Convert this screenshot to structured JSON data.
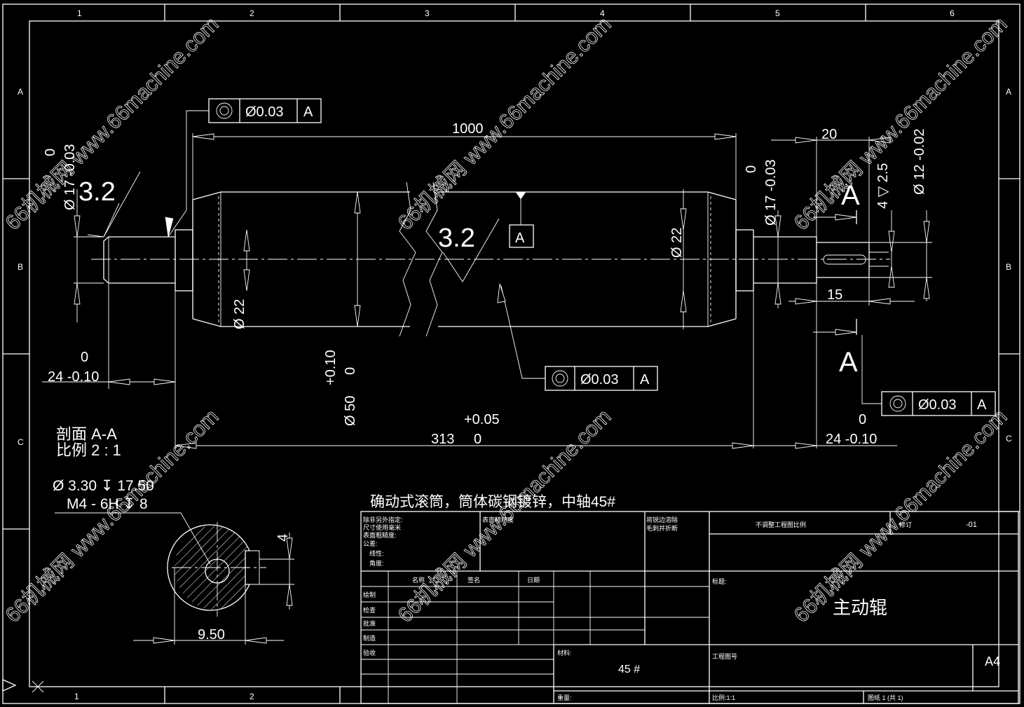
{
  "border": {
    "top_cols": [
      "1",
      "2",
      "3",
      "4",
      "5",
      "6"
    ],
    "bottom_cols": [
      "1",
      "2"
    ],
    "left_rows": [
      "A",
      "B",
      "C"
    ],
    "right_rows": [
      "A",
      "B",
      "C"
    ]
  },
  "dims": {
    "len_total": "1000",
    "left_diam_tol_up": "0",
    "left_diam_tol_low": "Ø 17 -0.03",
    "roughness_1": "3.2",
    "roughness_2": "3.2",
    "datum_a": "A",
    "diam_22_left": "Ø 22",
    "diam_22_right": "Ø 22",
    "diam_50_tol_up": "+0.10",
    "diam_50_tol_low": "0",
    "diam_50": "Ø 50",
    "left_len_tol_up": "0",
    "left_len": "24 -0.10",
    "mid_len_tol_up": "+0.05",
    "mid_len": "313",
    "mid_len_tol_low": "0",
    "right_len_tol_up": "0",
    "right_len": "24 -0.10",
    "right_diam_tol_up": "0",
    "right_diam": "Ø 17 -0.03",
    "key_len": "20",
    "key_depth": "4 ▽ 2.5",
    "end_diam": "Ø 12 -0.02",
    "key_offset": "15",
    "section_a_top": "A",
    "section_a_bottom": "A"
  },
  "gdt": [
    {
      "symbol": "◎",
      "tol": "Ø0.03",
      "datum": "A"
    },
    {
      "symbol": "◎",
      "tol": "Ø0.03",
      "datum": "A"
    },
    {
      "symbol": "◎",
      "tol": "Ø0.03",
      "datum": "A"
    }
  ],
  "section": {
    "title": "剖面 A-A",
    "scale": "比例 2 : 1",
    "hole_1": "Ø  3.30 ↧ 17.50",
    "hole_2": "M4 - 6H ↧ 8",
    "width": "9.50",
    "key_width": "4"
  },
  "note": "确动式滚筒，筒体碳钢镀锌，中轴45#",
  "title_block": {
    "general_notes": [
      "除非另外指定:",
      "尺寸使用毫米",
      "表面粗糙度:",
      "公差:",
      "线性:",
      "角度:"
    ],
    "surface_finish": "表面精糙度",
    "edge_note_1": "将锐边溶除",
    "edge_note_2": "毛刺并折断",
    "no_scale": "不调整工程图比例",
    "revision_label": "修订",
    "revision": "-01",
    "col_name": "名称",
    "col_sign": "签名",
    "col_date": "日期",
    "rows": [
      "绘制",
      "检查",
      "批准",
      "制造",
      "验收"
    ],
    "title_label": "标题:",
    "title": "主动辊",
    "material_label": "材料:",
    "material": "45 #",
    "drawing_no_label": "工程图号",
    "size": "A4",
    "weight_label": "重量:",
    "scale_label": "比例:1:1",
    "sheet_label": "图纸 1 (共 1)"
  },
  "watermark": "66机械网 www.66machine.com"
}
